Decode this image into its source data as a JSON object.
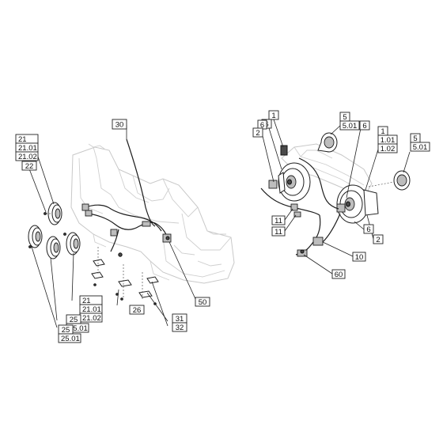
{
  "callouts": [
    {
      "id": "c-30",
      "text": "30"
    },
    {
      "id": "c-21-top",
      "text": "21"
    },
    {
      "id": "c-21-01-top",
      "text": "21.01"
    },
    {
      "id": "c-21-02-top",
      "text": "21.02"
    },
    {
      "id": "c-22",
      "text": "22"
    },
    {
      "id": "c-21-bot",
      "text": "21"
    },
    {
      "id": "c-21-01-bot",
      "text": "21.01"
    },
    {
      "id": "c-21-02-bot",
      "text": "21.02"
    },
    {
      "id": "c-25-a",
      "text": "25"
    },
    {
      "id": "c-25-01-a",
      "text": "25.01"
    },
    {
      "id": "c-25-b",
      "text": "25"
    },
    {
      "id": "c-25-01-b",
      "text": "25.01"
    },
    {
      "id": "c-26",
      "text": "26"
    },
    {
      "id": "c-31",
      "text": "31"
    },
    {
      "id": "c-32",
      "text": "32"
    },
    {
      "id": "c-50",
      "text": "50"
    },
    {
      "id": "c-1-left",
      "text": "1"
    },
    {
      "id": "c-6-top",
      "text": "6"
    },
    {
      "id": "c-6-left",
      "text": "6"
    },
    {
      "id": "c-2-left",
      "text": "2"
    },
    {
      "id": "c-5-mid",
      "text": "5"
    },
    {
      "id": "c-5-01-mid",
      "text": "5.01"
    },
    {
      "id": "c-6-mid",
      "text": "6"
    },
    {
      "id": "c-1-right",
      "text": "1"
    },
    {
      "id": "c-1-01",
      "text": "1.01"
    },
    {
      "id": "c-1-02",
      "text": "1.02"
    },
    {
      "id": "c-5-right",
      "text": "5"
    },
    {
      "id": "c-5-01-right",
      "text": "5.01"
    },
    {
      "id": "c-11-a",
      "text": "11"
    },
    {
      "id": "c-11-b",
      "text": "11"
    },
    {
      "id": "c-6-bot",
      "text": "6"
    },
    {
      "id": "c-2-right",
      "text": "2"
    },
    {
      "id": "c-10",
      "text": "10"
    },
    {
      "id": "c-60",
      "text": "60"
    }
  ]
}
